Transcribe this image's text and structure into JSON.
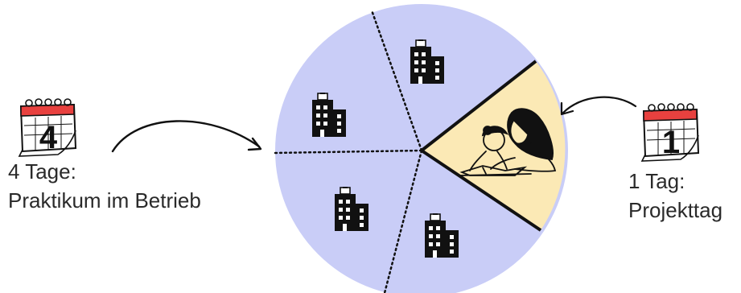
{
  "left": {
    "days_label": "4 Tage:",
    "activity_label": "Praktikum im Betrieb",
    "calendar_number": "4",
    "calendar_icon": "calendar-icon"
  },
  "right": {
    "days_label": "1 Tag:",
    "activity_label": "Projekttag",
    "calendar_number": "1",
    "calendar_icon": "calendar-icon"
  },
  "pie": {
    "segments": [
      {
        "kind": "company",
        "icon": "office-building-icon"
      },
      {
        "kind": "company",
        "icon": "office-building-icon"
      },
      {
        "kind": "company",
        "icon": "office-building-icon"
      },
      {
        "kind": "company",
        "icon": "office-building-icon"
      },
      {
        "kind": "project",
        "icon": "parent-child-learning-icon"
      }
    ]
  },
  "colors": {
    "company_slice": "#c9cdf7",
    "project_slice": "#fbe9b5",
    "calendar_red": "#e8413f",
    "ink": "#111111",
    "text": "#2a2a2a"
  }
}
